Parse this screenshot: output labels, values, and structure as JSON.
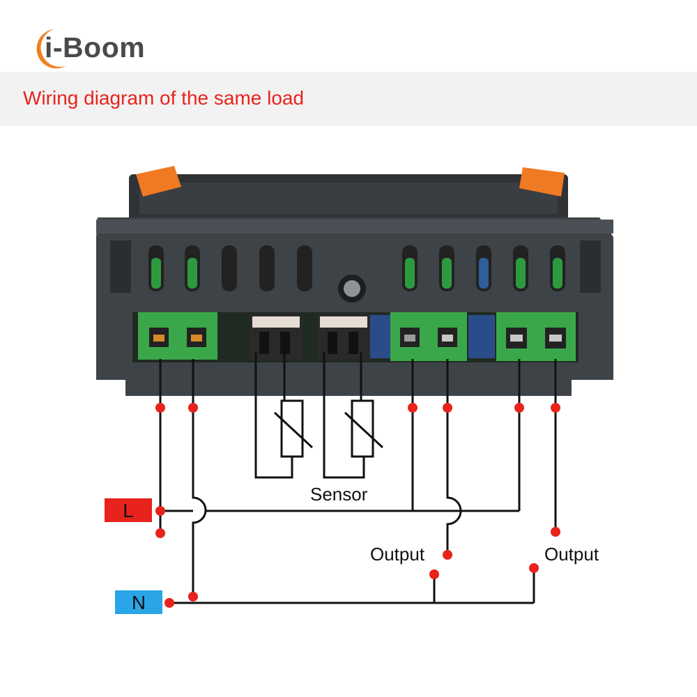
{
  "brand": {
    "name": "i-Boom",
    "logo_icon": "crescent-logo-icon",
    "logo_color": "#f08020"
  },
  "banner": {
    "title": "Wiring diagram of the same load",
    "title_color": "#e8231c"
  },
  "labels": {
    "live": "L",
    "neutral": "N",
    "sensor": "Sensor",
    "output_1": "Output",
    "output_2": "Output"
  },
  "colors": {
    "live_tag": "#e8231c",
    "neutral_tag": "#2aa6e8",
    "node": "#e8231c",
    "terminal_green": "#3aa84a",
    "housing": "#3e4347",
    "latch": "#f07a22"
  }
}
